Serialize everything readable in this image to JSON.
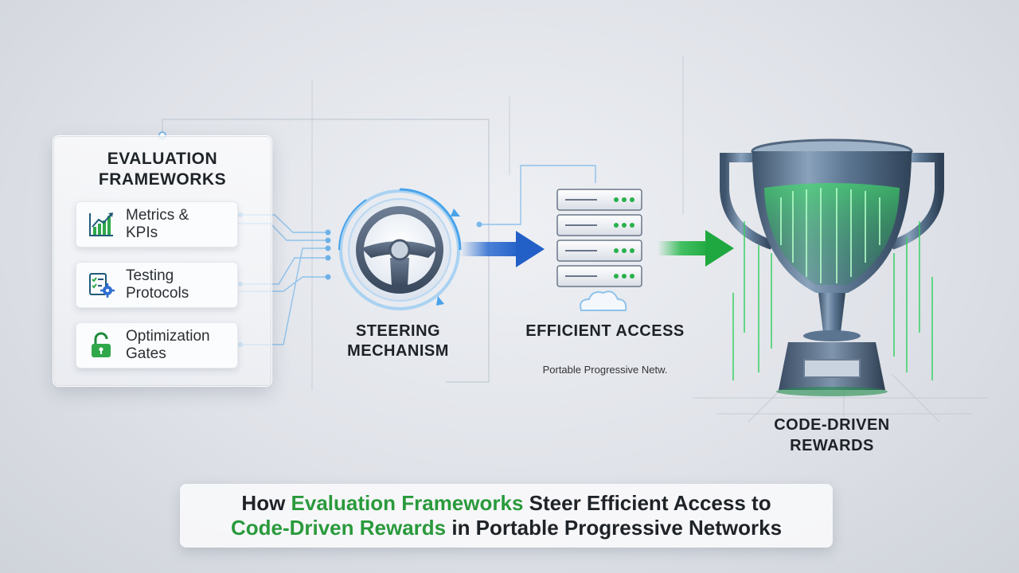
{
  "evaluation_frameworks": {
    "title": "Evaluation Frameworks",
    "items": [
      {
        "label": "Metrics & KPIs",
        "icon": "chart-growth-icon"
      },
      {
        "label": "Testing Protocols",
        "icon": "checklist-gear-icon"
      },
      {
        "label": "Optimization Gates",
        "icon": "padlock-icon"
      }
    ]
  },
  "steering": {
    "title": "Steering Mechanism",
    "icon": "steering-wheel-icon"
  },
  "access": {
    "title": "Efficient Access",
    "subtitle": "Portable Progressive Netw.",
    "icon": "server-rack-icon"
  },
  "rewards": {
    "title": "Code-Driven Rewards",
    "icon": "trophy-icon"
  },
  "banner": {
    "line1_pre": "How ",
    "line1_hl": "Evaluation Frameworks",
    "line1_post": " Steer Efficient Access to",
    "line2_hl": "Code-Driven Rewards",
    "line2_post": " in Portable Progressive Networks"
  },
  "colors": {
    "accent_green": "#2a9a3c",
    "accent_blue": "#2f6fd1",
    "code_green": "#3fdc68",
    "connector_blue": "#7ab8e8"
  }
}
